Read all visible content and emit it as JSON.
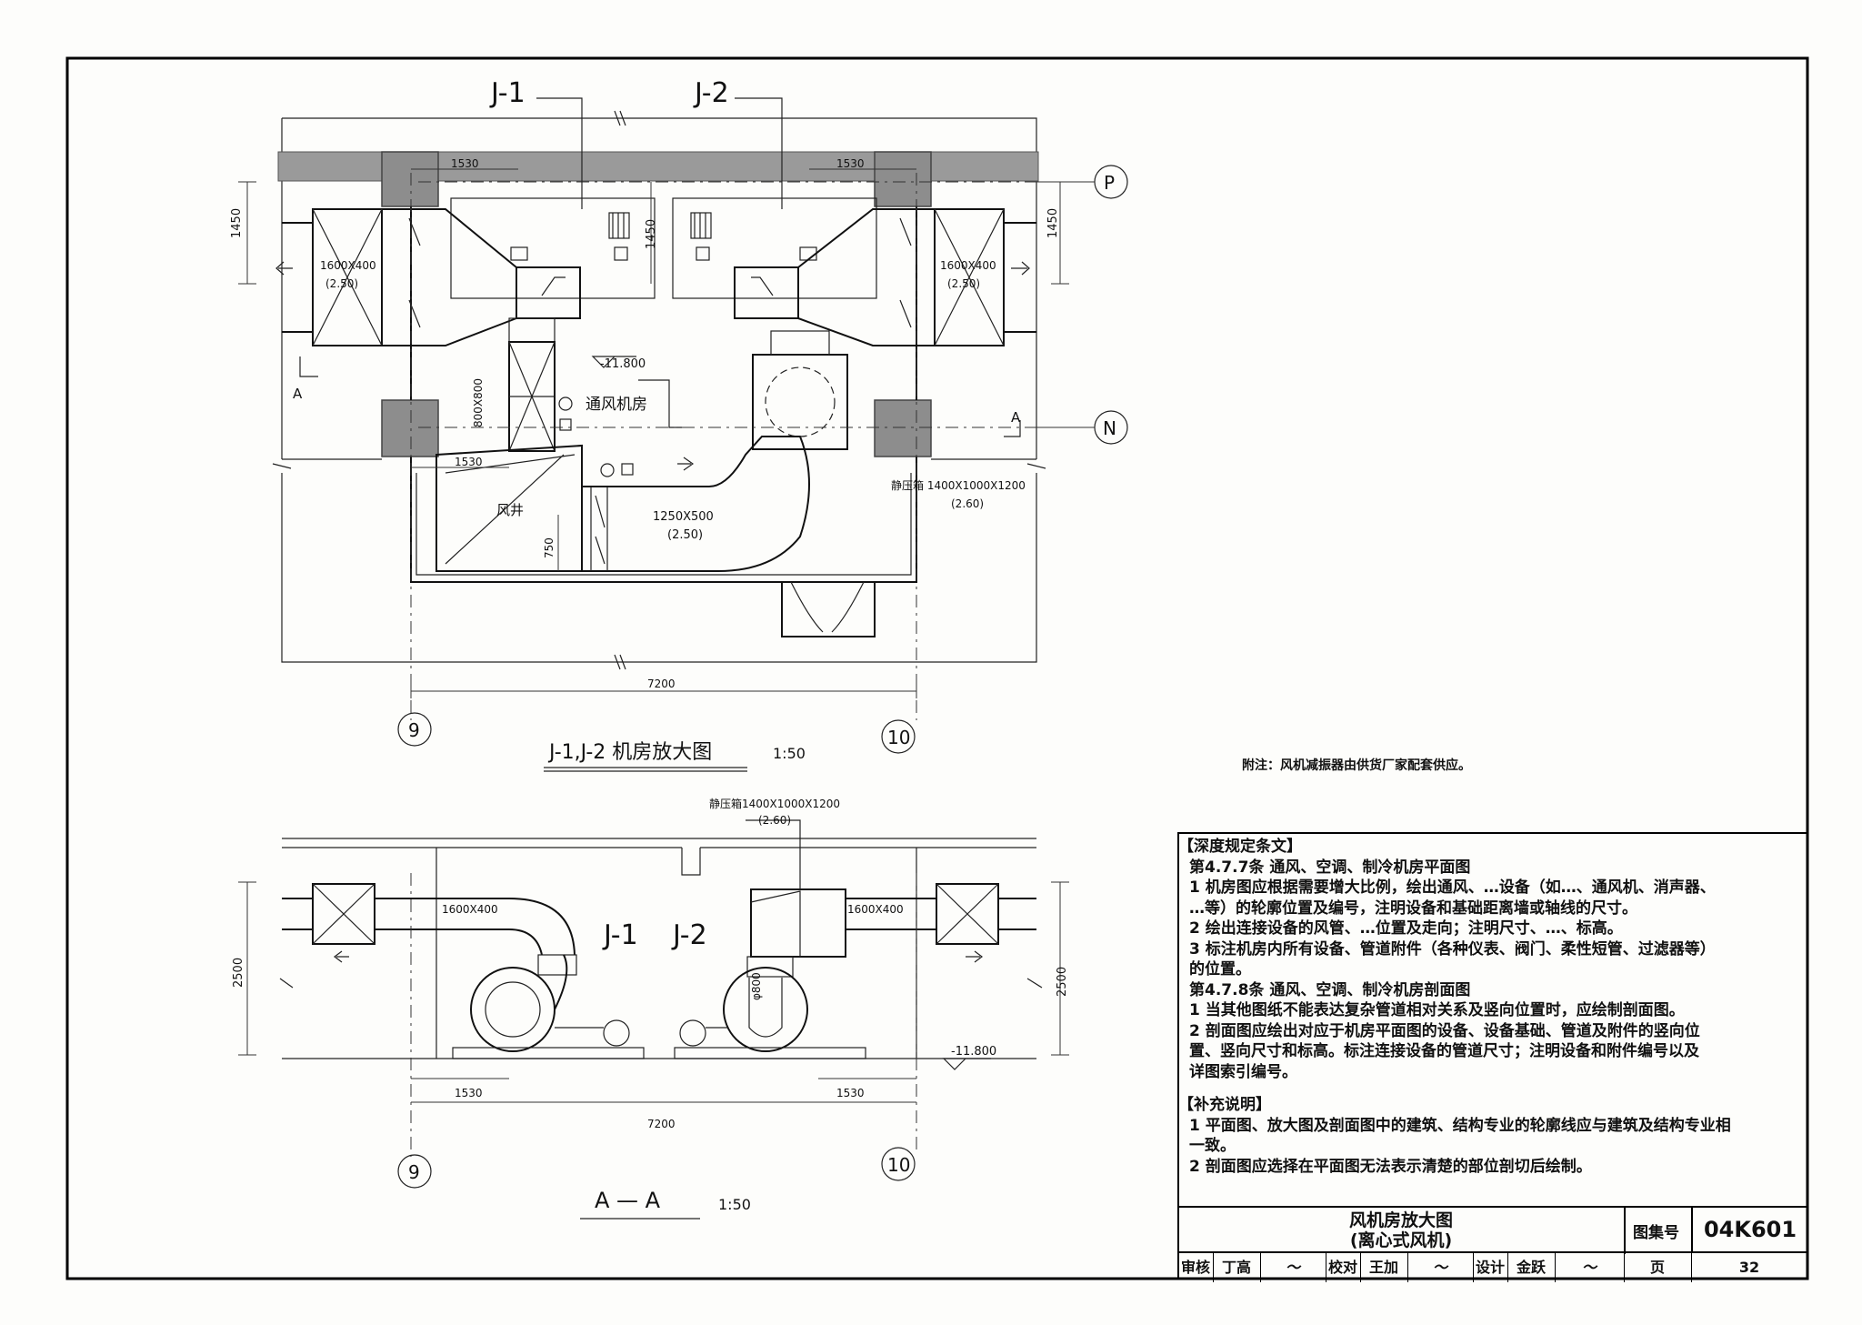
{
  "plan": {
    "label_j1": "J-1",
    "label_j2": "J-2",
    "title": "J-1,J-2  机房放大图",
    "scale": "1:50",
    "room_name": "通风机房",
    "shaft_name": "风井",
    "level": "-11.800",
    "dim_1530_a": "1530",
    "dim_1530_b": "1530",
    "dim_1530_c": "1530",
    "dim_1450_a": "1450",
    "dim_1450_b": "1450",
    "dim_1450_c": "1450",
    "duct_left": "1600X400",
    "duct_left_h": "(2.50)",
    "duct_right": "1600X400",
    "duct_right_h": "(2.50)",
    "duct_riser": "800X800",
    "duct_main": "1250X500",
    "duct_main_h": "(2.50)",
    "plenum": "静压箱 1400X1000X1200",
    "plenum_h": "(2.60)",
    "dim_750": "750",
    "dim_7200": "7200",
    "axis_p": "P",
    "axis_n": "N",
    "axis_9": "9",
    "axis_10": "10",
    "section_mark": "A"
  },
  "section": {
    "title": "A — A",
    "scale": "1:50",
    "label_j1": "J-1",
    "label_j2": "J-2",
    "plenum": "静压箱1400X1000X1200",
    "plenum_h": "(2.60)",
    "duct_left": "1600X400",
    "duct_right": "1600X400",
    "dim_2500_a": "2500",
    "dim_2500_b": "2500",
    "dim_1530_a": "1530",
    "dim_1530_b": "1530",
    "dim_7200": "7200",
    "level": "-11.800",
    "dia": "φ800",
    "axis_9": "9",
    "axis_10": "10"
  },
  "footnote": "附注：风机减振器由供货厂家配套供应。",
  "notes": {
    "h1": "【深度规定条文】",
    "l1": "第4.7.7条   通风、空调、制冷机房平面图",
    "l2": "1 机房图应根据需要增大比例，绘出通风、…设备（如…、通风机、消声器、",
    "l3": "…等）的轮廓位置及编号，注明设备和基础距离墙或轴线的尺寸。",
    "l4": "2 绘出连接设备的风管、…位置及走向；注明尺寸、…、标高。",
    "l5": "3 标注机房内所有设备、管道附件（各种仪表、阀门、柔性短管、过滤器等）",
    "l6": "的位置。",
    "l7": "第4.7.8条   通风、空调、制冷机房剖面图",
    "l8": "1 当其他图纸不能表达复杂管道相对关系及竖向位置时，应绘制剖面图。",
    "l9": "2 剖面图应绘出对应于机房平面图的设备、设备基础、管道及附件的竖向位",
    "l10": "置、竖向尺寸和标高。标注连接设备的管道尺寸；注明设备和附件编号以及",
    "l11": "详图索引编号。",
    "h2": "【补充说明】",
    "l12": "1 平面图、放大图及剖面图中的建筑、结构专业的轮廓线应与建筑及结构专业相",
    "l13": "一致。",
    "l14": "2 剖面图应选择在平面图无法表示清楚的部位剖切后绘制。"
  },
  "titleblock": {
    "title1": "风机房放大图",
    "title2": "(离心式风机)",
    "atlas_label": "图集号",
    "atlas_no": "04K601",
    "review_label": "审核",
    "review_name": "丁高",
    "check_label": "校对",
    "check_name": "王加",
    "design_label": "设计",
    "design_name": "金跃",
    "page_label": "页",
    "page_no": "32"
  }
}
